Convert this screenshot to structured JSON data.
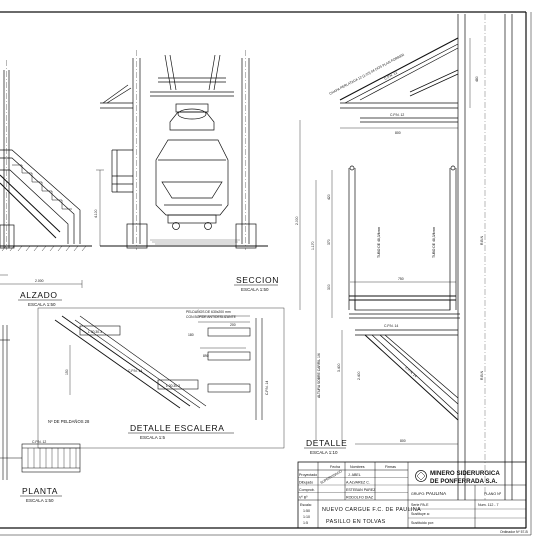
{
  "views": {
    "alzado": {
      "title": "ALZADO",
      "scale": "ESCALA 1:50",
      "width_dim": "2.000"
    },
    "seccion": {
      "title": "SECCION",
      "scale": "ESCALA 1:50",
      "height_dim": "4.100"
    },
    "detalle": {
      "title": "DETALLE",
      "scale": "ESCALA 1:10",
      "chapa_label": "CHAPA PERLATADA 12 (1:10) 04 DOS PLAN FORRER",
      "cpn12_a": "C.P.N. 12",
      "cpn12_b": "C.P.N. 12",
      "cpn14_a": "C.P.N. 14",
      "cpn14_b": "C.P.N. 14",
      "tubo_a": "TUBO DE 48,3/4mm",
      "tubo_b": "TUBO DE 48,3/4mm",
      "altura_label": "ALTURA SOBRE CARRIL 1/4",
      "width_top": "800",
      "width_mid": "750",
      "width_bottom": "800",
      "dims": [
        "480",
        "420",
        "370",
        "300",
        "1.170",
        "2.000",
        "3.400",
        "2.400"
      ],
      "right_dims": [
        "R.B.N",
        "R.B.N"
      ]
    },
    "detalle_escalera": {
      "title": "DETALLE ESCALERA",
      "scale": "ESCALA 1:5",
      "peldanos_note": "PELDAÑOS DE 630x200 mm",
      "borde_note": "CON BORDE ANTIDESLIZANTE",
      "l1": "L 30.30.3",
      "l2": "L 30.30.3",
      "cpn": "C.P.N. 14",
      "cpn_side": "C.P.N. 14",
      "dim_a": "150",
      "dim_b": "890",
      "dim_c": "180",
      "dim_d": "200"
    },
    "peldanos_count": "Nº DE PELDAÑOS 28",
    "planta": {
      "title": "PLANTA",
      "scale": "ESCALA 1:50",
      "cpn": "C.P.N. 12"
    }
  },
  "title_block": {
    "headers": {
      "fecha": "Fecha",
      "nombres": "Nombres",
      "firmas": "Firmas"
    },
    "rows": [
      {
        "role": "Proyectado",
        "name": "J. ABEL"
      },
      {
        "role": "Dibujado",
        "name": "A.ALVAREZ C."
      },
      {
        "role": "Comprob.",
        "name": "ESTEBAN PAREZ"
      },
      {
        "role": "Vº Bº",
        "name": "RODOLFO DIAZ"
      }
    ],
    "stamp": "SUPERVISADO",
    "company_line1": "MINERO SIDERURGICA",
    "company_line2": "DE PONFERRADA S.A.",
    "grupo_label": "GRUPO:",
    "grupo_value": "PAULINA",
    "plano_label": "PLANO Nº",
    "escala_label": "Escala:",
    "escalas": [
      "1:50",
      "1:10",
      "1:5"
    ],
    "project_line1": "NUEVO CARGUE F.C. DE PAULINA",
    "project_line2": "PASILLO EN TOLVAS",
    "serie": "Serie PA-E",
    "num": "Num. 112 - 7",
    "sustituye": "Sustituye a:",
    "sustituido": "Sustituido por:",
    "footer": "Ordinador Nº 57-B"
  }
}
